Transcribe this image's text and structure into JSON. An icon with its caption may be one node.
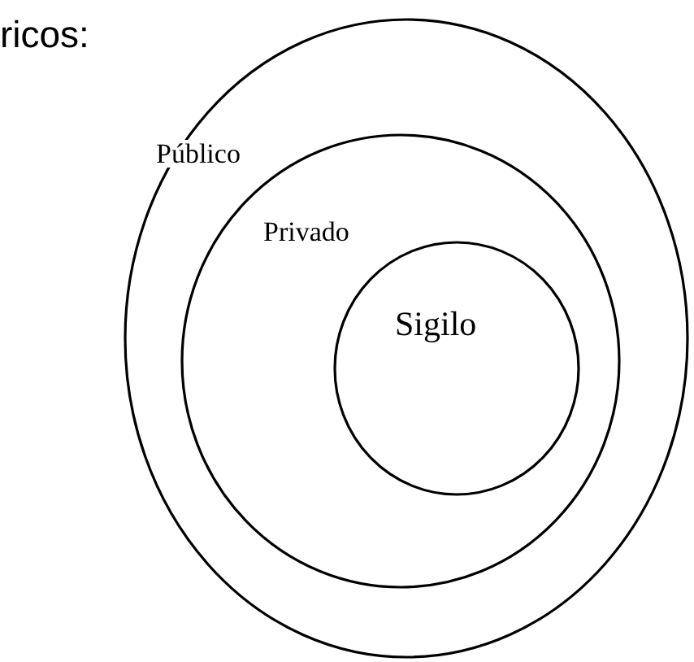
{
  "diagram": {
    "nodes": [
      {
        "text": [
          "Público"
        ]
      },
      {
        "text": [
          "Privado"
        ],
        "in": 0
      },
      {
        "text": [
          "Sigilo"
        ],
        "in": 1
      }
    ],
    "labels": [
      "ricos:"
    ]
  }
}
